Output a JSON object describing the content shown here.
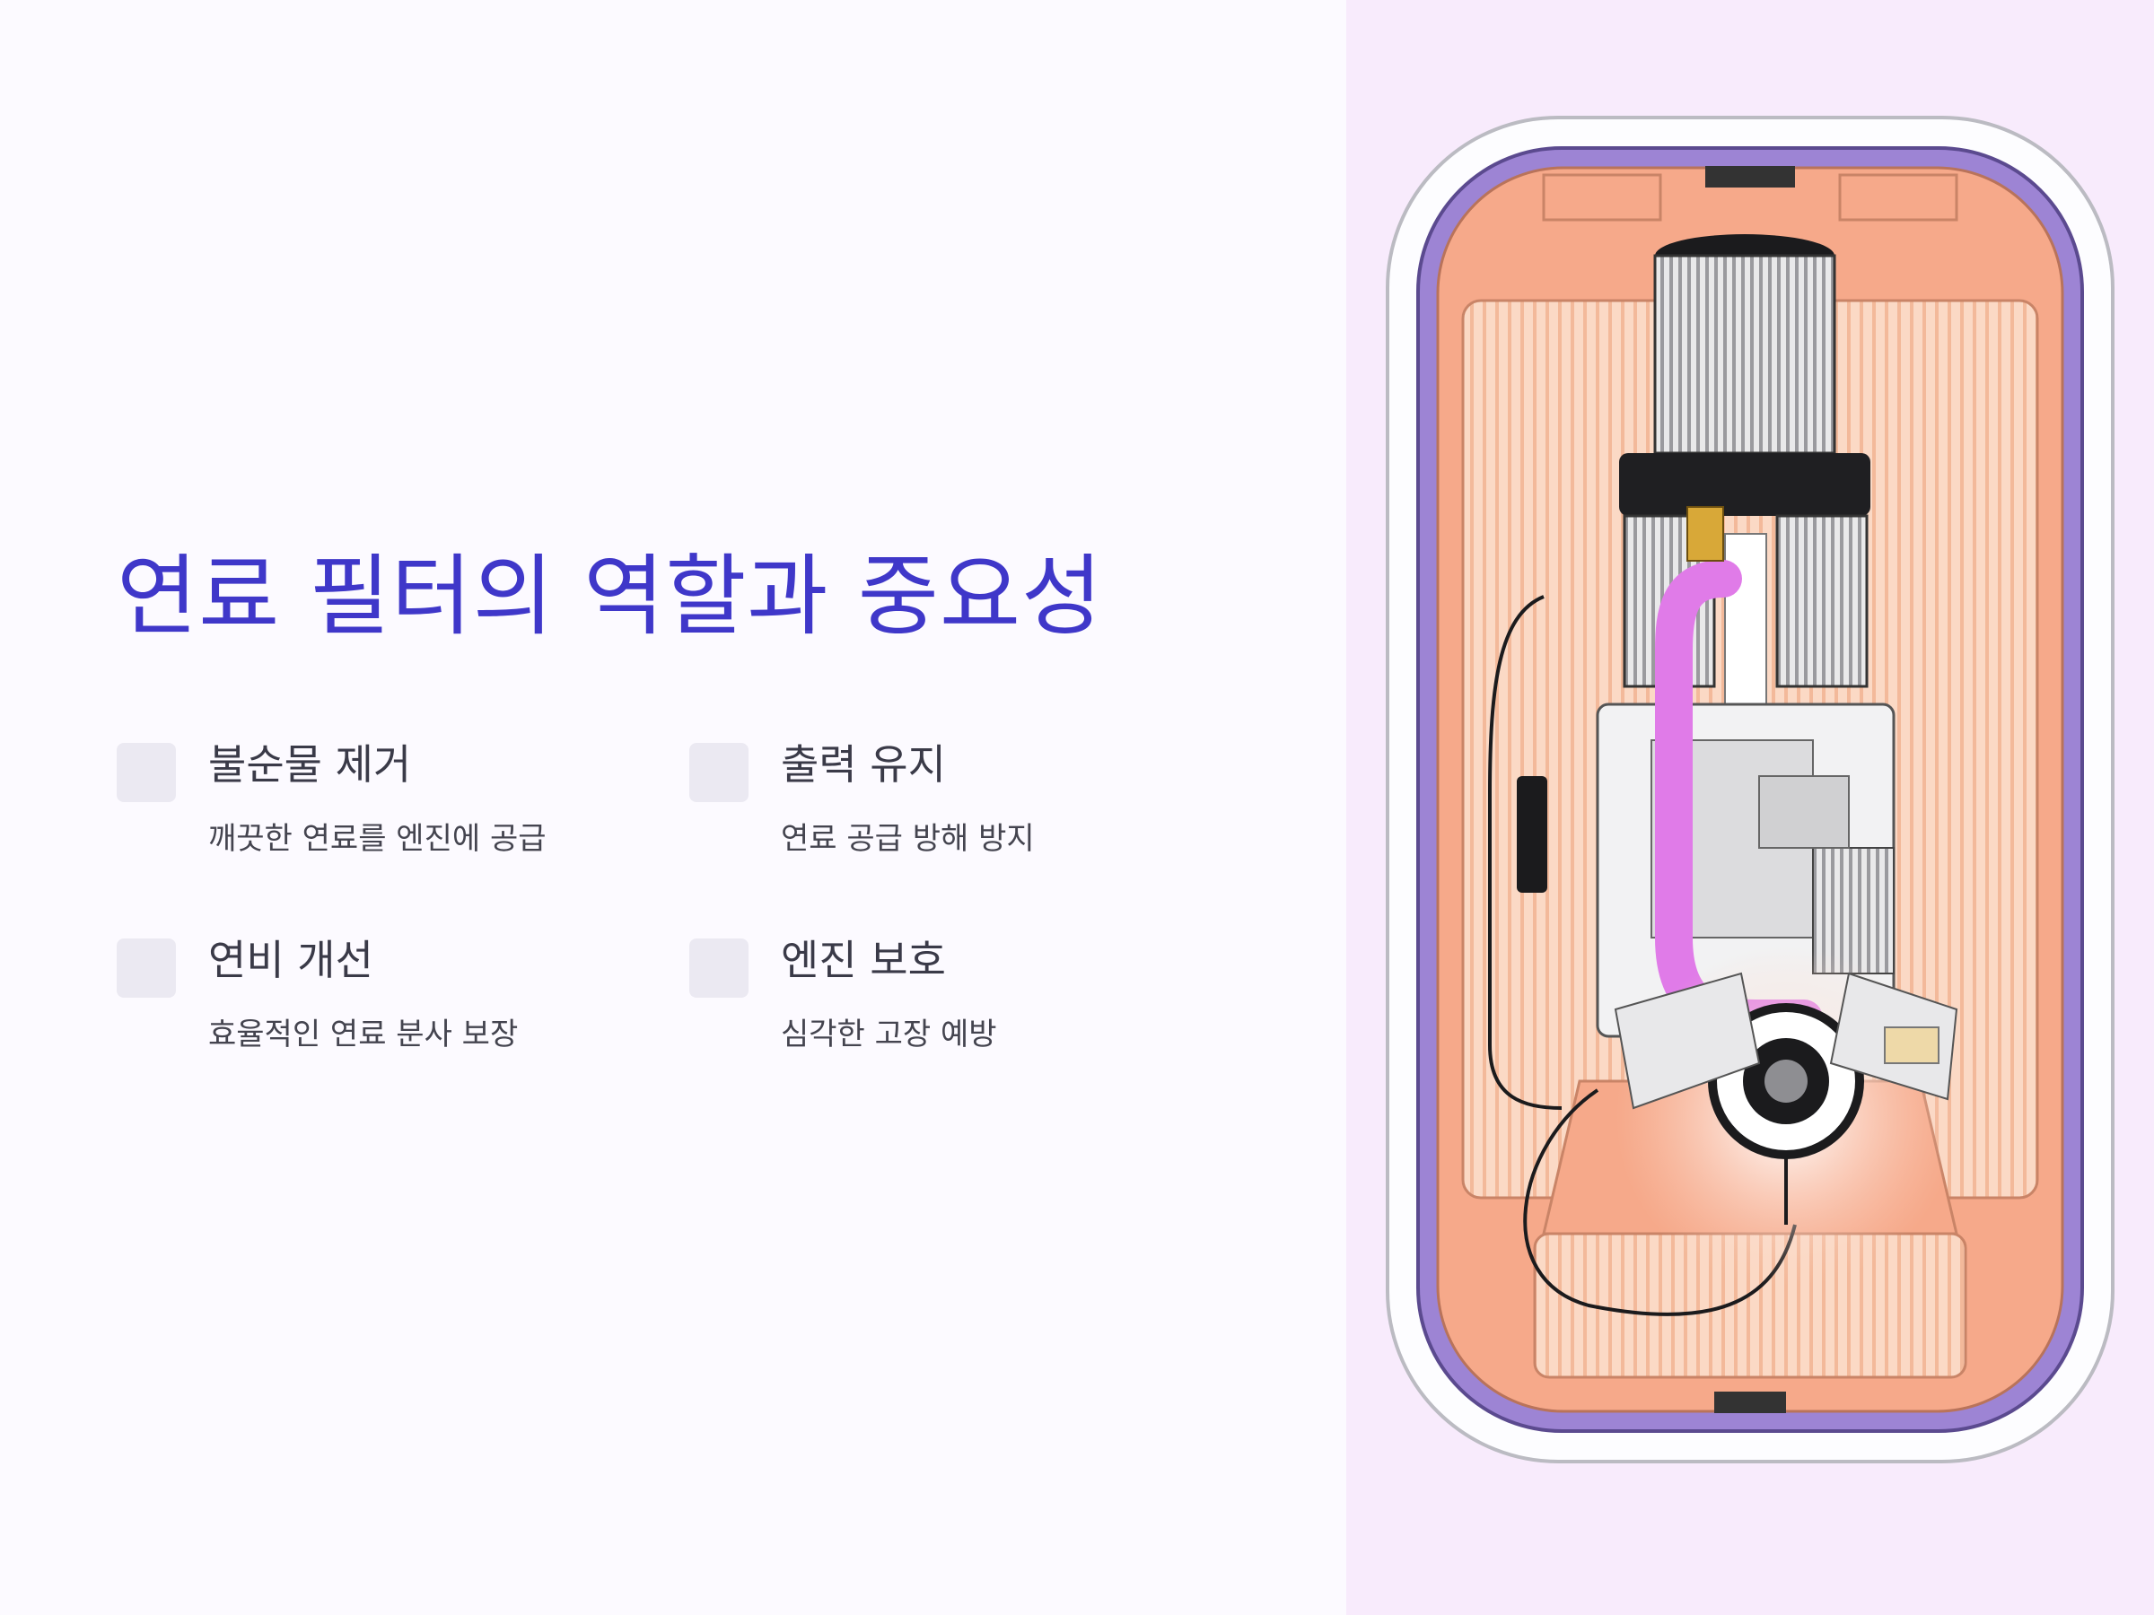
{
  "title": "연료 필터의 역할과 중요성",
  "features": [
    {
      "heading": "불순물 제거",
      "description": "깨끗한 연료를 엔진에 공급"
    },
    {
      "heading": "출력 유지",
      "description": "연료 공급 방해 방지"
    },
    {
      "heading": "연비 개선",
      "description": "효율적인 연료 분사 보장"
    },
    {
      "heading": "엔진 보호",
      "description": "심각한 고장 예방"
    }
  ],
  "colors": {
    "title": "#3f37c9",
    "panel": "#f8ebfc",
    "frame": "#9d84d4",
    "interior": "#f6a98a",
    "hose": "#e07be8"
  },
  "illustration": "engine-cutaway-illustration"
}
